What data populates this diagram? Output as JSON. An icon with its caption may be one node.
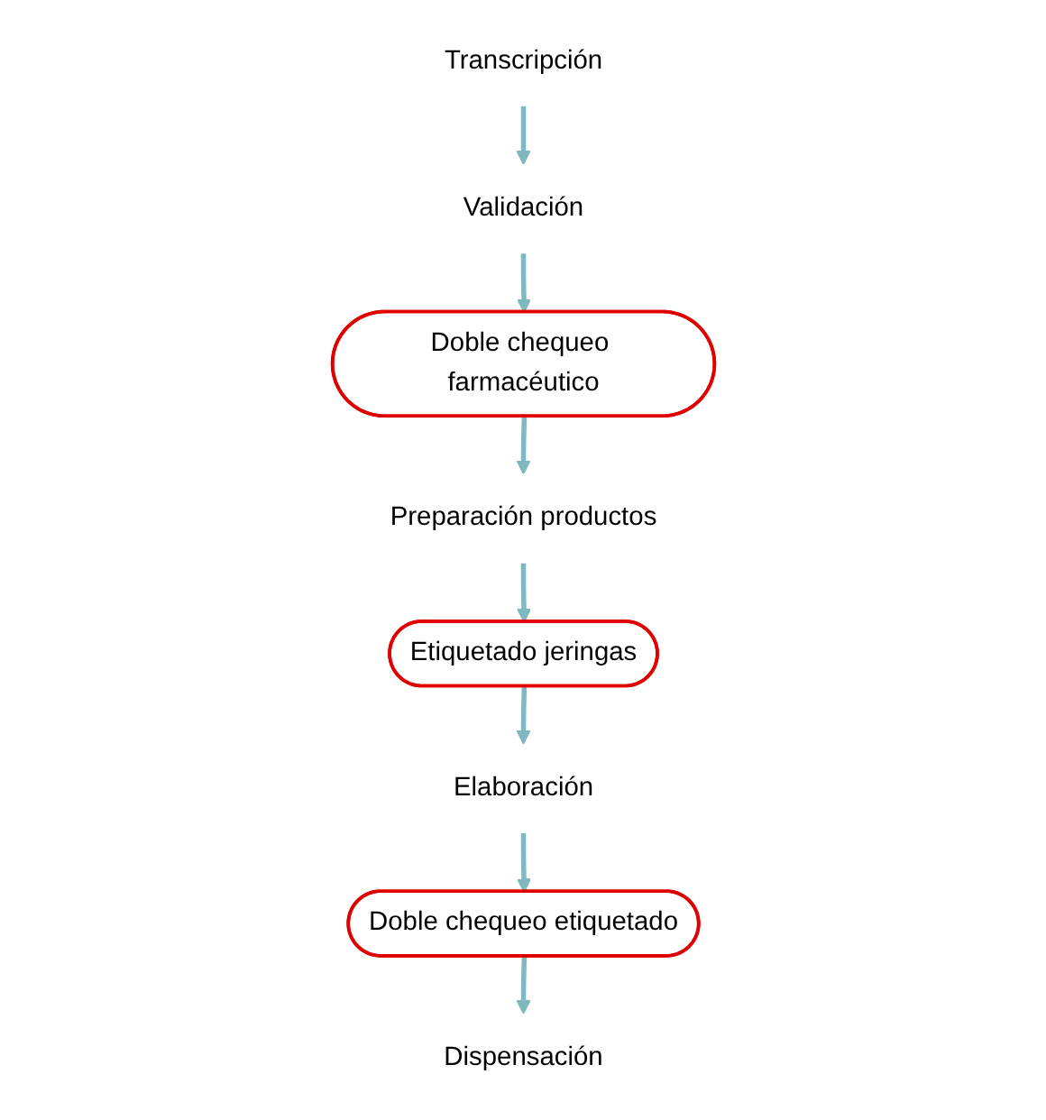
{
  "diagram": {
    "nodes": [
      {
        "text": [
          "Dispensación"
        ]
      },
      {
        "text": [
          "Transcripción"
        ]
      },
      {
        "text": [
          "Doble chequeo etiquetado"
        ]
      },
      {
        "text": [
          "Validación"
        ]
      },
      {
        "text": [
          "Doble chequeo farmacéutico"
        ]
      },
      {
        "text": [
          "Elaboración"
        ]
      },
      {
        "text": [
          "Preparación productos"
        ]
      },
      {
        "text": [
          "Etiquetado jeringas"
        ]
      }
    ],
    "edges": [
      {
        "from": 1,
        "to": 3,
        "arrow": "to"
      },
      {
        "from": 3,
        "to": 4,
        "arrow": "to"
      },
      {
        "from": 4,
        "to": 6,
        "arrow": "to"
      },
      {
        "from": 6,
        "to": 7,
        "arrow": "to"
      },
      {
        "from": 7,
        "to": 5,
        "arrow": "to"
      },
      {
        "from": 5,
        "to": 2,
        "arrow": "to"
      },
      {
        "from": 2,
        "to": 0,
        "arrow": "to"
      }
    ]
  }
}
